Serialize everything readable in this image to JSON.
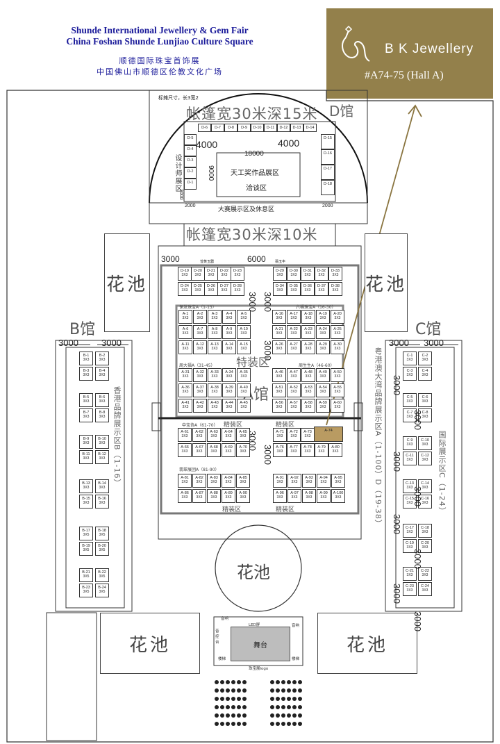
{
  "header": {
    "title_en_1": "Shunde International Jewellery & Gem Fair",
    "title_en_2": "China Foshan Shunde Lunjiao Culture Square",
    "title_cn_1": "顺德国际珠宝首饰展",
    "title_cn_2": "中国佛山市顺德区伦教文化广场"
  },
  "exhibitor": {
    "name": "B K Jewellery",
    "booth": "#A74-75 (Hall A)",
    "card_color": "#93804b",
    "highlight_color": "#b99b62"
  },
  "hall_d": {
    "label": "D馆",
    "tent_1": "帐篷宽30米深15米",
    "booth_size_note": "标摊尺寸，长3宽2",
    "booths": [
      "D-6",
      "D-7",
      "D-8",
      "D-9",
      "D-10",
      "D-11",
      "D-12",
      "D-13",
      "D-14",
      "D-5",
      "D-4",
      "D-3",
      "D-2",
      "D-1",
      "D-15",
      "D-16",
      "D-17",
      "D-18"
    ],
    "designer_area": "设计师展区",
    "award_area": "天工奖作品展区",
    "talk_area": "洽谈区",
    "dim_4000_left": "4000",
    "dim_4000_right": "4000",
    "dim_18000": "18000",
    "dim_9000": "9000",
    "dim_3000": "3000",
    "dim_2000_left": "2000",
    "dim_2000_right": "2000",
    "rest_area": "大赛展示区及休息区"
  },
  "tent_2": "帐篷宽30米深10米",
  "hall_a": {
    "label": "A馆",
    "special_area": "特装区",
    "dim_3000_top": "3000",
    "dim_6000": "6000",
    "dim_3000_v1": "3000",
    "dim_3000_v2": "3000",
    "dim_3000_v3": "3000",
    "dim_3000_v4": "3000",
    "dim_3000_v5": "3000",
    "fine_area_1": "精装区",
    "fine_area_2": "精装区",
    "fine_area_3": "精装区",
    "fine_area_4": "精装区",
    "groups": {
      "g1": "保发珠宝A（1-15）",
      "g2": "六福珠宝A（16-30）",
      "g3": "周大福A（31-45）",
      "g4": "周生生A（46-60）",
      "g5": "中宝协A（61-70）",
      "g6": "翡翠展团A（81-90）",
      "top_1": "曾黄玉器",
      "top_2": "翡玉丰"
    },
    "d_booths_left": [
      "D-19",
      "D-20",
      "D-21",
      "D-22",
      "D-23",
      "D-24",
      "D-25",
      "D-26",
      "D-27",
      "D-28"
    ],
    "d_booths_right": [
      "D-29",
      "D-30",
      "D-31",
      "D-32",
      "D-33",
      "D-34",
      "D-35",
      "D-36",
      "D-37",
      "D-38"
    ],
    "size": "3X3",
    "block1": [
      "A-1",
      "A-2",
      "A-3",
      "A-4",
      "A-5",
      "A-6",
      "A-7",
      "A-8",
      "A-9",
      "A-10",
      "A-11",
      "A-12",
      "A-13",
      "A-14",
      "A-15"
    ],
    "block2": [
      "A-16",
      "A-17",
      "A-18",
      "A-19",
      "A-20",
      "A-21",
      "A-22",
      "A-23",
      "A-24",
      "A-25",
      "A-26",
      "A-27",
      "A-28",
      "A-29",
      "A-30"
    ],
    "block3": [
      "A-31",
      "A-32",
      "A-33",
      "A-34",
      "A-35",
      "A-36",
      "A-37",
      "A-38",
      "A-39",
      "A-40",
      "A-41",
      "A-42",
      "A-43",
      "A-44",
      "A-45"
    ],
    "block4": [
      "A-46",
      "A-47",
      "A-48",
      "A-49",
      "A-50",
      "A-51",
      "A-52",
      "A-53",
      "A-54",
      "A-55",
      "A-56",
      "A-57",
      "A-58",
      "A-59",
      "A-60"
    ],
    "block5": [
      "A-61",
      "A-62",
      "A-63",
      "A-64",
      "A-65",
      "A-66",
      "A-67",
      "A-68",
      "A-69",
      "A-70"
    ],
    "block6": [
      "A-71",
      "A-72",
      "A-73",
      "A-74",
      "A-76",
      "A-77",
      "A-78",
      "A-79",
      "A-80"
    ],
    "block7": [
      "A-81",
      "A-82",
      "A-83",
      "A-84",
      "A-85",
      "A-86",
      "A-87",
      "A-88",
      "A-89",
      "A-90"
    ],
    "block8": [
      "A-91",
      "A-92",
      "A-93",
      "A-94",
      "A-95",
      "A-96",
      "A-97",
      "A-98",
      "A-99",
      "A-100"
    ]
  },
  "hall_b": {
    "label": "B馆",
    "dim_left": "3000",
    "dim_right": "3000",
    "side_label": "香港品牌展示区B（1-16）",
    "booths": [
      "B-1",
      "B-2",
      "B-3",
      "B-4",
      "B-5",
      "B-6",
      "B-7",
      "B-8",
      "B-9",
      "B-10",
      "B-11",
      "B-12",
      "B-13",
      "B-14",
      "B-15",
      "B-16",
      "B-17",
      "B-18",
      "B-19",
      "B-20",
      "B-21",
      "B-22",
      "B-23",
      "B-24"
    ],
    "size_a": "3X3",
    "size_b": "3X5"
  },
  "hall_c": {
    "label": "C馆",
    "dim_left": "3000",
    "dim_right": "3000",
    "side_label_1": "粤港澳大湾品牌展示区A（1-100）D（19-38）",
    "side_label_2": "国际展示区C（1-24）",
    "booths": [
      "C-1",
      "C-2",
      "C-3",
      "C-4",
      "C-5",
      "C-6",
      "C-7",
      "C-8",
      "C-9",
      "C-10",
      "C-11",
      "C-12",
      "C-13",
      "C-14",
      "C-15",
      "C-16",
      "C-17",
      "C-18",
      "C-19",
      "C-20",
      "C-21",
      "C-22",
      "C-23",
      "C-24"
    ],
    "dims": [
      "3000",
      "3000",
      "3000",
      "3000",
      "3000",
      "3000",
      "3000",
      "3000",
      "3000"
    ]
  },
  "pools": [
    "花池",
    "花池",
    "花池",
    "花池",
    "花池"
  ],
  "stage": {
    "label": "舞台",
    "sound_left": "音响",
    "sound_right": "音响",
    "console": "音控台",
    "stairs_left": "楼梯",
    "stairs_right": "楼梯",
    "logo": "珠宝展logo",
    "led": "LED屏"
  }
}
